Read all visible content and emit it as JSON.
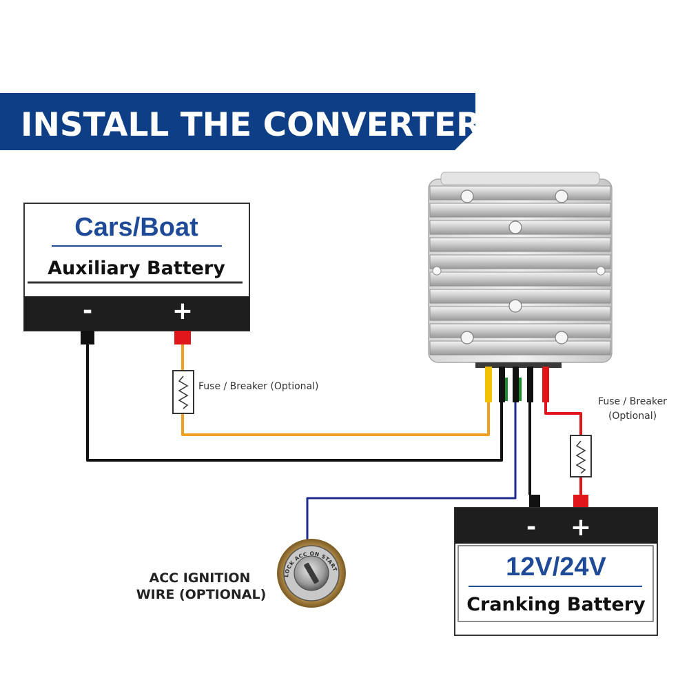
{
  "banner": {
    "title": "INSTALL THE CONVERTER",
    "color": "#0e3f86"
  },
  "aux_battery": {
    "title": "Cars/Boat",
    "subtitle": "Auxiliary Battery",
    "neg": "-",
    "pos": "+"
  },
  "crank_battery": {
    "title": "12V/24V",
    "subtitle": "Cranking Battery",
    "neg": "-",
    "pos": "+"
  },
  "fuse_left": {
    "label": "Fuse / Breaker (Optional)"
  },
  "fuse_right": {
    "line1": "Fuse / Breaker",
    "line2": "(Optional)"
  },
  "ignition": {
    "line1": "ACC IGNITION",
    "line2": "WIRE (OPTIONAL)",
    "switch_text": "LOCK ACC ON START"
  },
  "wire_colors": {
    "yellow": "#f2c100",
    "orange": "#f0a020",
    "black": "#111111",
    "blue": "#1e2a8a",
    "red": "#e0161b",
    "green": "#1c8a2e"
  },
  "icons": [
    "dc-converter-icon",
    "fuse-icon",
    "ignition-switch-icon"
  ]
}
